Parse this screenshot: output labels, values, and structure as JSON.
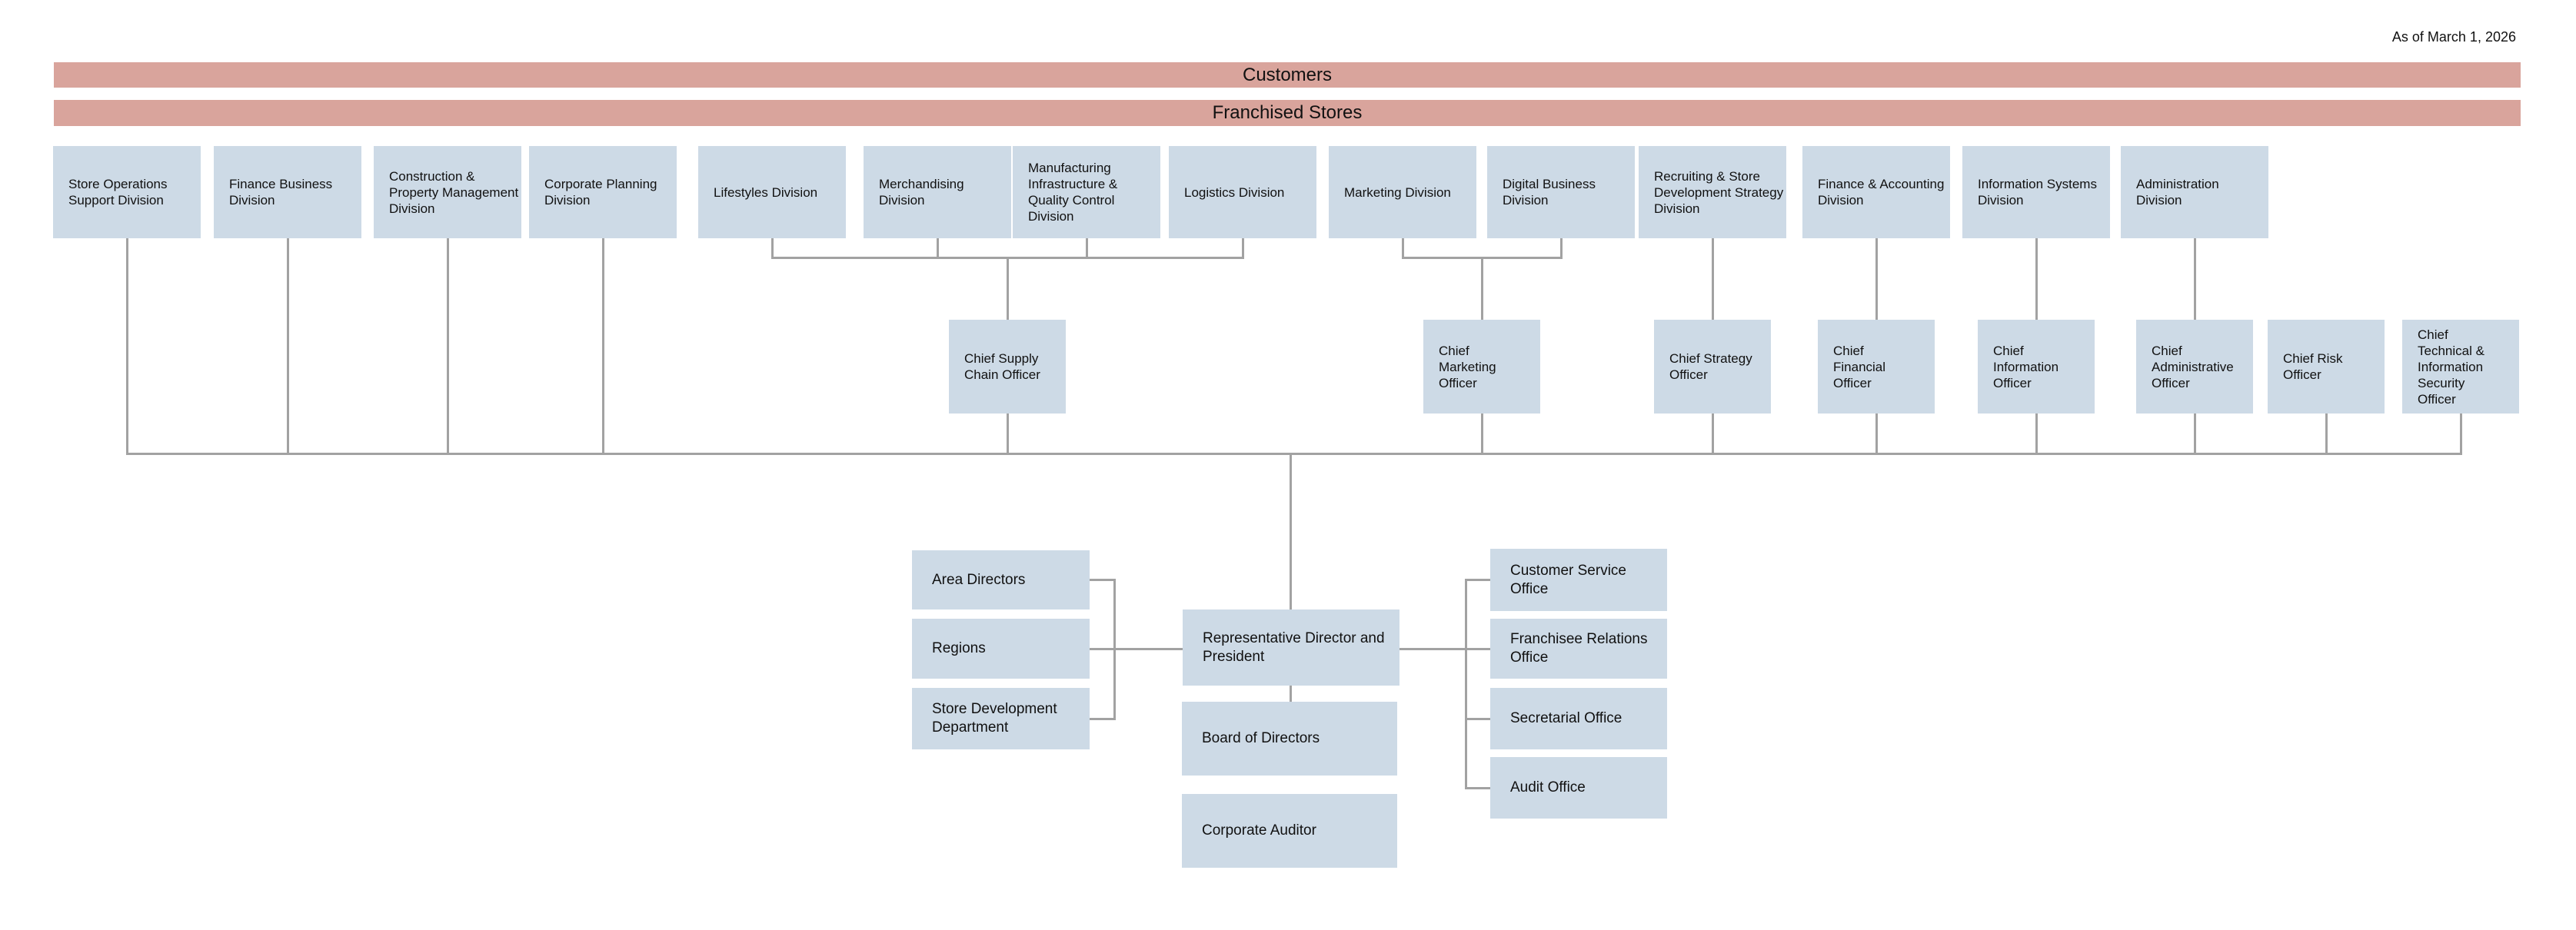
{
  "as_of": "As of March 1, 2026",
  "banners": {
    "customers": "Customers",
    "franchised_stores": "Franchised Stores"
  },
  "divisions": [
    {
      "label": "Store Operations Support Division"
    },
    {
      "label": "Finance Business Division"
    },
    {
      "label": "Construction & Property Management Division"
    },
    {
      "label": "Corporate Planning Division"
    },
    {
      "label": "Lifestyles Division"
    },
    {
      "label": "Merchandising Division"
    },
    {
      "label": "Manufacturing Infrastructure & Quality Control Division"
    },
    {
      "label": "Logistics Division"
    },
    {
      "label": "Marketing Division"
    },
    {
      "label": "Digital Business Division"
    },
    {
      "label": "Recruiting & Store Development Strategy Division"
    },
    {
      "label": "Finance & Accounting Division"
    },
    {
      "label": "Information Systems Division"
    },
    {
      "label": "Administration Division"
    }
  ],
  "officers": [
    {
      "label": "Chief Supply Chain Officer"
    },
    {
      "label": "Chief Marketing Officer"
    },
    {
      "label": "Chief Strategy Officer"
    },
    {
      "label": "Chief Financial Officer"
    },
    {
      "label": "Chief Information Officer"
    },
    {
      "label": "Chief Administrative Officer"
    },
    {
      "label": "Chief Risk Officer"
    },
    {
      "label": "Chief Technical & Information Security Officer"
    }
  ],
  "leadership": {
    "president": "Representative Director and President",
    "board": "Board of Directors",
    "auditor": "Corporate Auditor"
  },
  "field_network": [
    {
      "label": "Area Directors"
    },
    {
      "label": "Regions"
    },
    {
      "label": "Store Development Department"
    }
  ],
  "offices": [
    {
      "label": "Customer Service Office"
    },
    {
      "label": "Franchisee Relations Office"
    },
    {
      "label": "Secretarial Office"
    },
    {
      "label": "Audit Office"
    }
  ],
  "colors": {
    "banner_bg": "#d9a49c",
    "box_bg": "#cddae6",
    "line": "#a2a2a2",
    "text": "#111111"
  }
}
